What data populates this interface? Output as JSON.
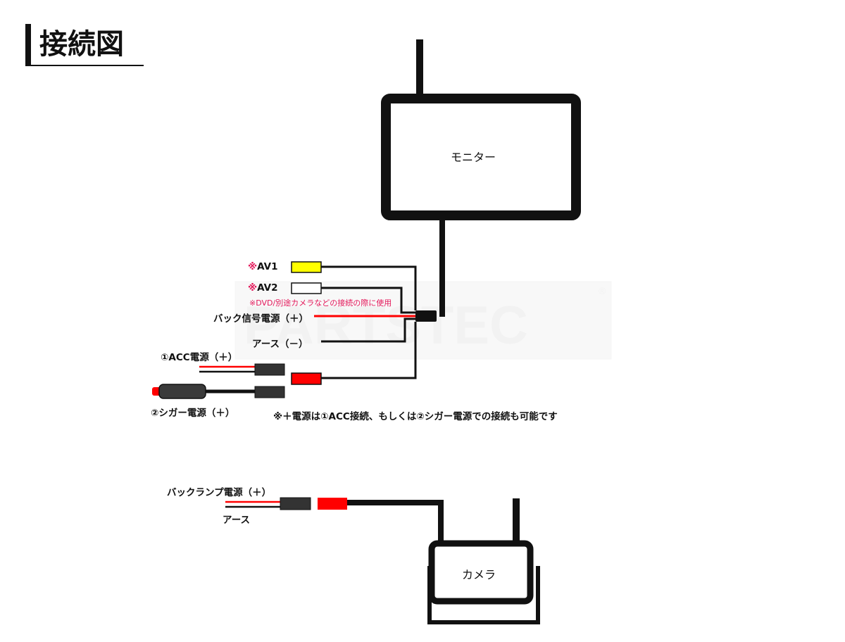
{
  "title": "接続図",
  "monitor": {
    "label": "モニター"
  },
  "camera": {
    "label": "カメラ"
  },
  "watermark": {
    "text": "PARTSTEC",
    "registered": "®"
  },
  "inputs": {
    "av1": {
      "mark": "※",
      "label": "AV1",
      "color": "#ffff00"
    },
    "av2": {
      "mark": "※",
      "label": "AV2",
      "color": "#ffffff",
      "note": "※DVD/別途カメラなどの接続の際に使用"
    },
    "back_signal": {
      "label": "バック信号電源（＋）",
      "wire_color": "#ff0000"
    },
    "ground": {
      "label": "アース（－）"
    },
    "acc": {
      "label": "①ACC電源（＋）"
    },
    "cigar": {
      "label": "②シガー電源（＋）"
    },
    "power_note": "※＋電源は①ACC接続、もしくは②シガー電源での接続も可能です"
  },
  "camera_wiring": {
    "backlamp": {
      "label": "バックランプ電源（＋）"
    },
    "ground": {
      "label": "アース"
    }
  },
  "colors": {
    "red": "#ff0000",
    "yellow": "#ffff00",
    "connector": "#333333",
    "line": "#111111",
    "pink": "#e3185a"
  }
}
